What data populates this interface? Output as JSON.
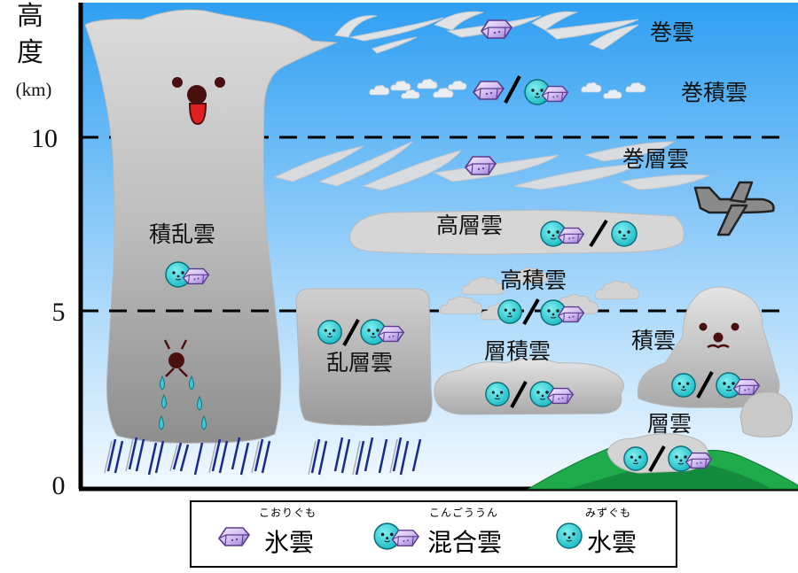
{
  "axis": {
    "title_line1": "高",
    "title_line2": "度",
    "unit": "(km)",
    "ticks": [
      {
        "label": "10",
        "value": 10
      },
      {
        "label": "5",
        "value": 5
      },
      {
        "label": "0",
        "value": 0
      }
    ]
  },
  "clouds": {
    "cirrus": "巻雲",
    "cirrocumulus": "巻積雲",
    "cirrostratus": "巻層雲",
    "cumulonimbus": "積乱雲",
    "altostratus": "高層雲",
    "altocumulus": "高積雲",
    "nimbostratus": "乱層雲",
    "stratocumulus": "層積雲",
    "cumulus": "積雲",
    "stratus": "層雲"
  },
  "legend": {
    "ice": {
      "ruby": "こおりぐも",
      "label": "氷雲"
    },
    "mixed": {
      "ruby": "こんごううん",
      "label": "混合雲"
    },
    "water": {
      "ruby": "みずぐも",
      "label": "水雲"
    }
  },
  "colors": {
    "sky_top": "#38a6f5",
    "sky_bottom": "#e6f4ff",
    "cloud": "#c9c9c9",
    "water_drop": "#3cd0d6",
    "ice_crystal": "#cdb6f0",
    "mountain": "#1fa64a",
    "rain": "#1c2c8c"
  },
  "icons": [
    "ice-crystal-icon",
    "water-drop-face-icon",
    "airplane-icon"
  ]
}
